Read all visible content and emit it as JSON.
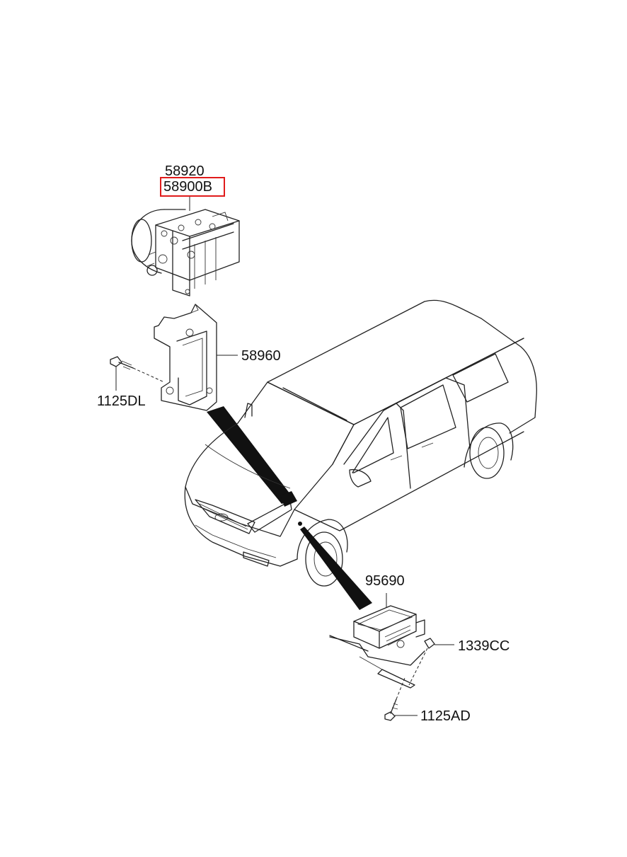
{
  "parts": {
    "p58920": "58920",
    "p58900b": "58900B",
    "p58960": "58960",
    "p1125dl": "1125DL",
    "p95690": "95690",
    "p1339cc": "1339CC",
    "p1125ad": "1125AD"
  },
  "highlight": {
    "part": "58900B",
    "color": "#e01b1b"
  }
}
